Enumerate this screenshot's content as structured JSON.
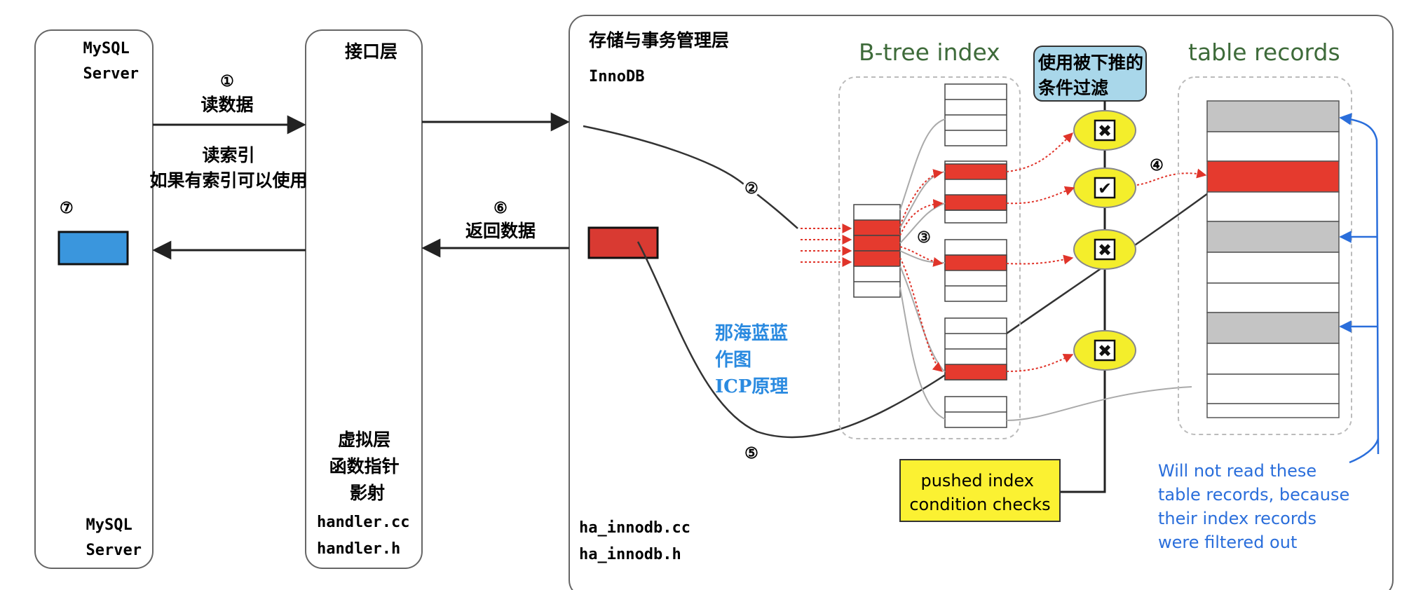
{
  "colors": {
    "line": "#333333",
    "panel_border": "#666666",
    "dashed_border": "#bbbbbb",
    "red_record": "#e53a2e",
    "gray_record": "#c4c4c4",
    "blue_box": "#3a96dd",
    "dark_red_box": "#d93a32",
    "yellow_check": "#f4ee2b",
    "yellow_box": "#fbf132",
    "callout_fill": "#a9d7ea",
    "blue_text": "#2a8ae0",
    "blue_note": "#2a6edb",
    "green_label": "#3e6b3a"
  },
  "panels": {
    "mysql_server": {
      "top_label": "MySQL\nServer",
      "bottom_label": "MySQL\nServer",
      "marker": "⑦"
    },
    "interface": {
      "title": "接口层",
      "virtual_label": "虚拟层\n函数指针\n影射",
      "files": [
        "handler.cc",
        "handler.h"
      ]
    },
    "storage": {
      "title": "存储与事务管理层",
      "engine": "InnoDB",
      "files": [
        "ha_innodb.cc",
        "ha_innodb.h"
      ]
    }
  },
  "labels": {
    "step1_marker": "①",
    "step1_text": "读数据",
    "read_index": "读索引",
    "if_index": "如果有索引可以使用",
    "step6_marker": "⑥",
    "step6_text": "返回数据",
    "step2": "②",
    "step3": "③",
    "step4": "④",
    "step5": "⑤",
    "btree_title": "B-tree index",
    "table_title": "table records",
    "callout": "使用被下推的\n条件过滤",
    "watermark": "那海蓝蓝\n作图\nICP原理",
    "checks_box": "pushed index\ncondition checks",
    "note": "Will not read these\ntable records, because\ntheir index records\nwere filtered out"
  },
  "checks": [
    {
      "mark": "✖",
      "kind": "reject"
    },
    {
      "mark": "✔",
      "kind": "accept"
    },
    {
      "mark": "✖",
      "kind": "reject"
    },
    {
      "mark": "✖",
      "kind": "reject"
    }
  ]
}
